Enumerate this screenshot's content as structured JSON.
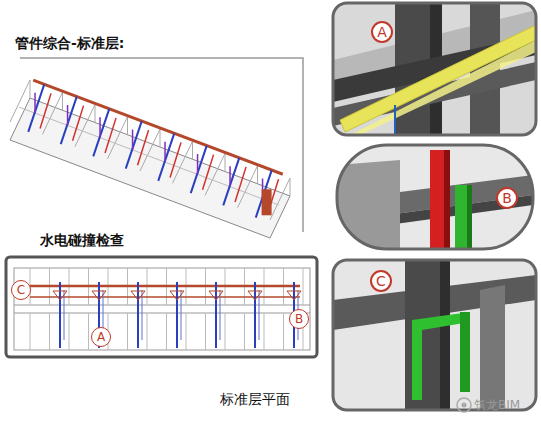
{
  "diagram": {
    "title": "管件综合-标准层:",
    "nodes": [
      {
        "text": [
          "C"
        ]
      },
      {
        "text": [
          "A"
        ]
      },
      {
        "text": [
          "B"
        ]
      },
      {
        "text": [
          "A"
        ]
      },
      {
        "text": [
          "B"
        ]
      },
      {
        "text": [
          "C"
        ]
      }
    ],
    "labels": [
      "水电碰撞检查",
      "标准层平面",
      "筑龙BIM"
    ]
  }
}
